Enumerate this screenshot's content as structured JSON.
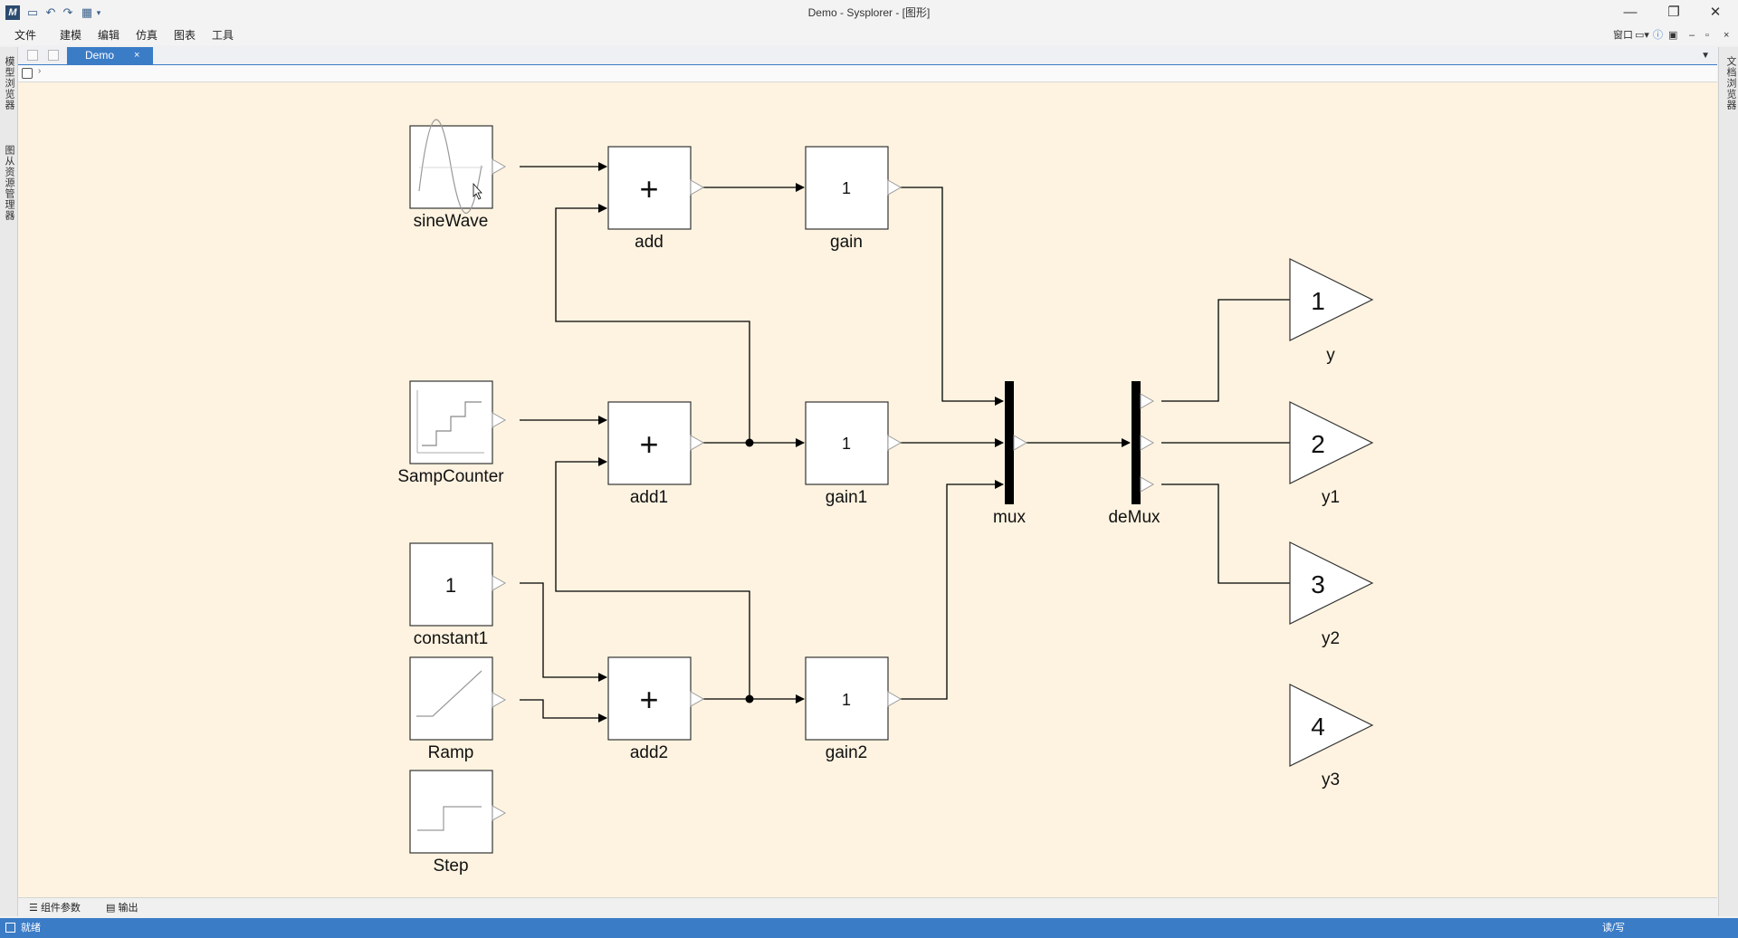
{
  "window": {
    "title": "Demo - Sysplorer - [图形]"
  },
  "menu": {
    "items": [
      "文件",
      "建模",
      "编辑",
      "仿真",
      "图表",
      "工具"
    ]
  },
  "menu_right": {
    "window_label": "窗口"
  },
  "left_dock": {
    "panels": [
      "模型浏览器",
      "图从资源管理器"
    ]
  },
  "right_dock": {
    "panels": [
      "文档浏览器"
    ]
  },
  "tabs": [
    {
      "label": "Demo",
      "close": "×"
    }
  ],
  "diagram": {
    "blocks": {
      "sineWave": "sineWave",
      "SampCounter": "SampCounter",
      "constant1": "constant1",
      "Ramp": "Ramp",
      "Step": "Step",
      "add": "add",
      "add1": "add1",
      "add2": "add2",
      "gain": "gain",
      "gain1": "gain1",
      "gain2": "gain2",
      "mux": "mux",
      "deMux": "deMux",
      "y": "y",
      "y1": "y1",
      "y2": "y2",
      "y3": "y3"
    },
    "glyphs": {
      "plus": "+",
      "constant_value": "1",
      "gain_value": "1",
      "out_y": "1",
      "out_y1": "2",
      "out_y2": "3",
      "out_y3": "4"
    }
  },
  "bottom_panels": [
    "组件参数",
    "输出"
  ],
  "status": {
    "left": "就绪",
    "right": "读/写"
  }
}
